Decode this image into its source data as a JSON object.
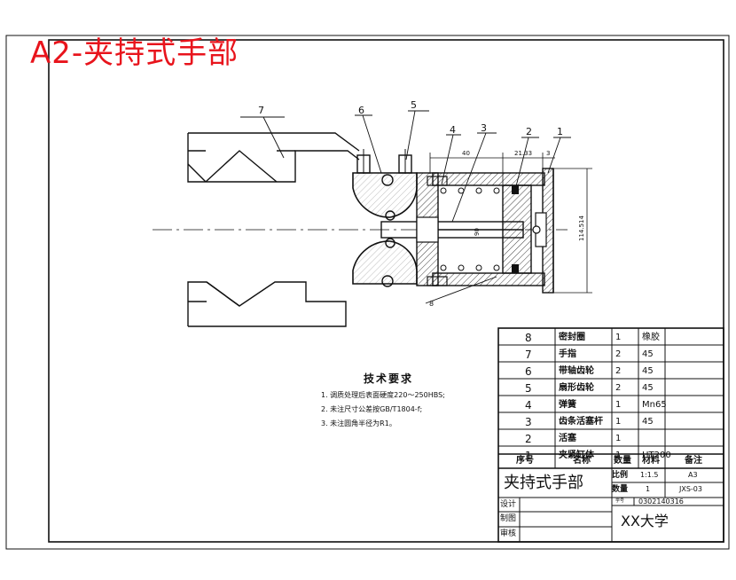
{
  "title": "A2-夹持式手部",
  "balloons": [
    "1",
    "2",
    "3",
    "4",
    "5",
    "6",
    "7",
    "8"
  ],
  "dimensions": {
    "d40": "40",
    "d2133": "21.33",
    "d3": "3",
    "d114": "114.514",
    "d90": "90"
  },
  "technical_requirements": {
    "heading": "技术要求",
    "items": [
      "1. 调质处理后表面硬度220～250HBS;",
      "2. 未注尺寸公差按GB/T1804-f;",
      "3. 未注圆角半径为R1。"
    ]
  },
  "parts_list": {
    "rows": [
      {
        "no": "8",
        "name": "密封圈",
        "qty": "1",
        "material": "橡胶",
        "note": ""
      },
      {
        "no": "7",
        "name": "手指",
        "qty": "2",
        "material": "45",
        "note": ""
      },
      {
        "no": "6",
        "name": "带轴齿轮",
        "qty": "2",
        "material": "45",
        "note": ""
      },
      {
        "no": "5",
        "name": "扇形齿轮",
        "qty": "2",
        "material": "45",
        "note": ""
      },
      {
        "no": "4",
        "name": "弹簧",
        "qty": "1",
        "material": "Mn65",
        "note": ""
      },
      {
        "no": "3",
        "name": "齿条活塞杆",
        "qty": "1",
        "material": "45",
        "note": ""
      },
      {
        "no": "2",
        "name": "活塞",
        "qty": "1",
        "material": "",
        "note": ""
      },
      {
        "no": "1",
        "name": "夹紧缸体",
        "qty": "1",
        "material": "HT200",
        "note": ""
      }
    ],
    "header": {
      "no": "序号",
      "name": "名称",
      "qty": "数量",
      "material": "材料",
      "note": "备注"
    }
  },
  "title_block": {
    "drawing_name": "夹持式手部",
    "scale_label": "比例",
    "scale_value": "1:1.5",
    "sheet_size": "A3",
    "qty_label": "数量",
    "qty_value": "1",
    "drawing_no": "JXS-03",
    "student_label": "学号",
    "student_id": "0302140316",
    "design_label": "设计",
    "draw_label": "制图",
    "review_label": "审核",
    "school": "XX大学"
  }
}
